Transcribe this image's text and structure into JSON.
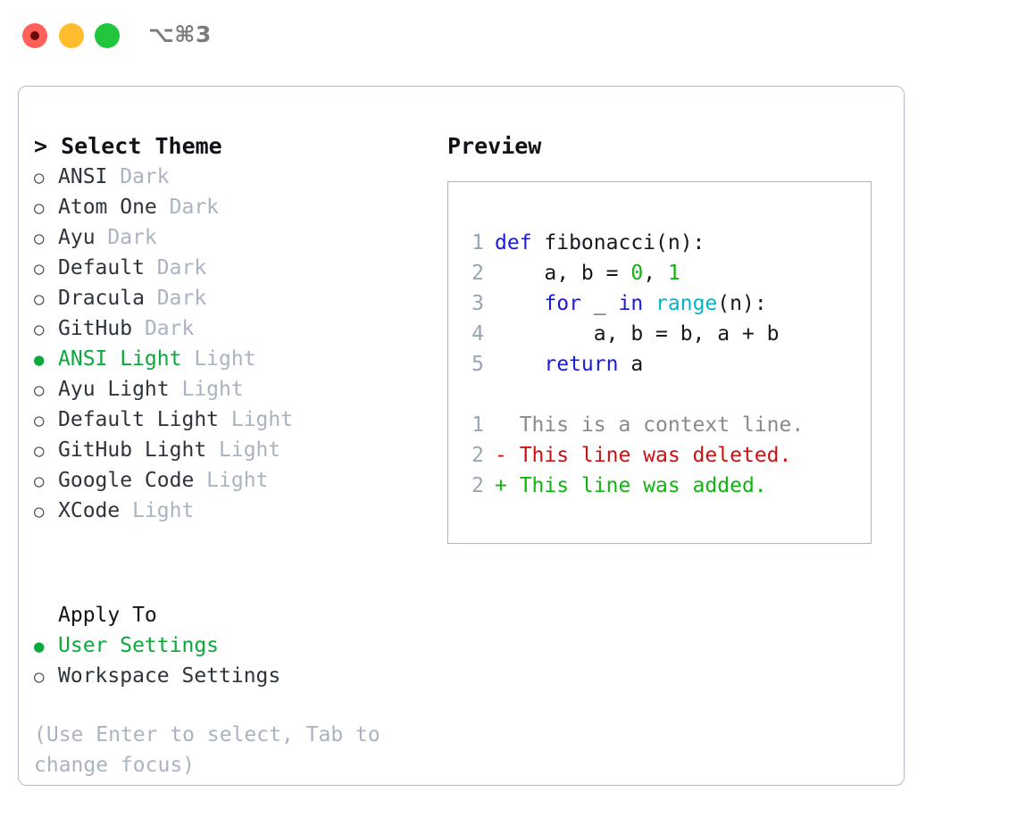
{
  "titlebar": {
    "shortcut": "⌥⌘3",
    "buttons": [
      {
        "name": "close",
        "color": "#ff6158"
      },
      {
        "name": "minimize",
        "color": "#ffbd2e"
      },
      {
        "name": "zoom",
        "color": "#22c63c"
      }
    ]
  },
  "theme_picker": {
    "header": "> Select Theme",
    "marker_selected": "●",
    "marker_unselected": "○",
    "selected_color": "#0ba83c",
    "variant_color": "#aab3c2",
    "items": [
      {
        "marker": "○",
        "name": "ANSI",
        "variant": "Dark",
        "selected": false
      },
      {
        "marker": "○",
        "name": "Atom One",
        "variant": "Dark",
        "selected": false
      },
      {
        "marker": "○",
        "name": "Ayu",
        "variant": "Dark",
        "selected": false
      },
      {
        "marker": "○",
        "name": "Default",
        "variant": "Dark",
        "selected": false
      },
      {
        "marker": "○",
        "name": "Dracula",
        "variant": "Dark",
        "selected": false
      },
      {
        "marker": "○",
        "name": "GitHub",
        "variant": "Dark",
        "selected": false
      },
      {
        "marker": "●",
        "name": "ANSI Light",
        "variant": "Light",
        "selected": true
      },
      {
        "marker": "○",
        "name": "Ayu Light",
        "variant": "Light",
        "selected": false
      },
      {
        "marker": "○",
        "name": "Default Light",
        "variant": "Light",
        "selected": false
      },
      {
        "marker": "○",
        "name": "GitHub Light",
        "variant": "Light",
        "selected": false
      },
      {
        "marker": "○",
        "name": "Google Code",
        "variant": "Light",
        "selected": false
      },
      {
        "marker": "○",
        "name": "XCode",
        "variant": "Light",
        "selected": false
      }
    ]
  },
  "apply_to": {
    "header": "Apply To",
    "items": [
      {
        "marker": "●",
        "label": "User Settings",
        "selected": true
      },
      {
        "marker": "○",
        "label": "Workspace Settings",
        "selected": false
      }
    ]
  },
  "hint": "(Use Enter to select, Tab to change focus)",
  "preview": {
    "header": "Preview",
    "code_lines": [
      {
        "no": "1",
        "segments": [
          {
            "t": "def ",
            "c": "tok-kw"
          },
          {
            "t": "fibonacci(n):",
            "c": "tok-txt"
          }
        ]
      },
      {
        "no": "2",
        "segments": [
          {
            "t": "    a, b = ",
            "c": "tok-txt"
          },
          {
            "t": "0",
            "c": "tok-num"
          },
          {
            "t": ", ",
            "c": "tok-txt"
          },
          {
            "t": "1",
            "c": "tok-num"
          }
        ]
      },
      {
        "no": "3",
        "segments": [
          {
            "t": "    ",
            "c": "tok-txt"
          },
          {
            "t": "for",
            "c": "tok-kw"
          },
          {
            "t": " _ ",
            "c": "tok-txt"
          },
          {
            "t": "in",
            "c": "tok-kw"
          },
          {
            "t": " ",
            "c": "tok-txt"
          },
          {
            "t": "range",
            "c": "tok-fn"
          },
          {
            "t": "(n):",
            "c": "tok-txt"
          }
        ]
      },
      {
        "no": "4",
        "segments": [
          {
            "t": "        a, b = b, a + b",
            "c": "tok-txt"
          }
        ]
      },
      {
        "no": "5",
        "segments": [
          {
            "t": "    ",
            "c": "tok-txt"
          },
          {
            "t": "return",
            "c": "tok-kw"
          },
          {
            "t": " a",
            "c": "tok-txt"
          }
        ]
      }
    ],
    "diff_lines": [
      {
        "no": "1",
        "segments": [
          {
            "t": "  This is a context line.",
            "c": "tok-ctx"
          }
        ]
      },
      {
        "no": "2",
        "segments": [
          {
            "t": "- This line was deleted.",
            "c": "tok-del"
          }
        ]
      },
      {
        "no": "2",
        "segments": [
          {
            "t": "+ This line was added.",
            "c": "tok-add"
          }
        ]
      }
    ]
  }
}
